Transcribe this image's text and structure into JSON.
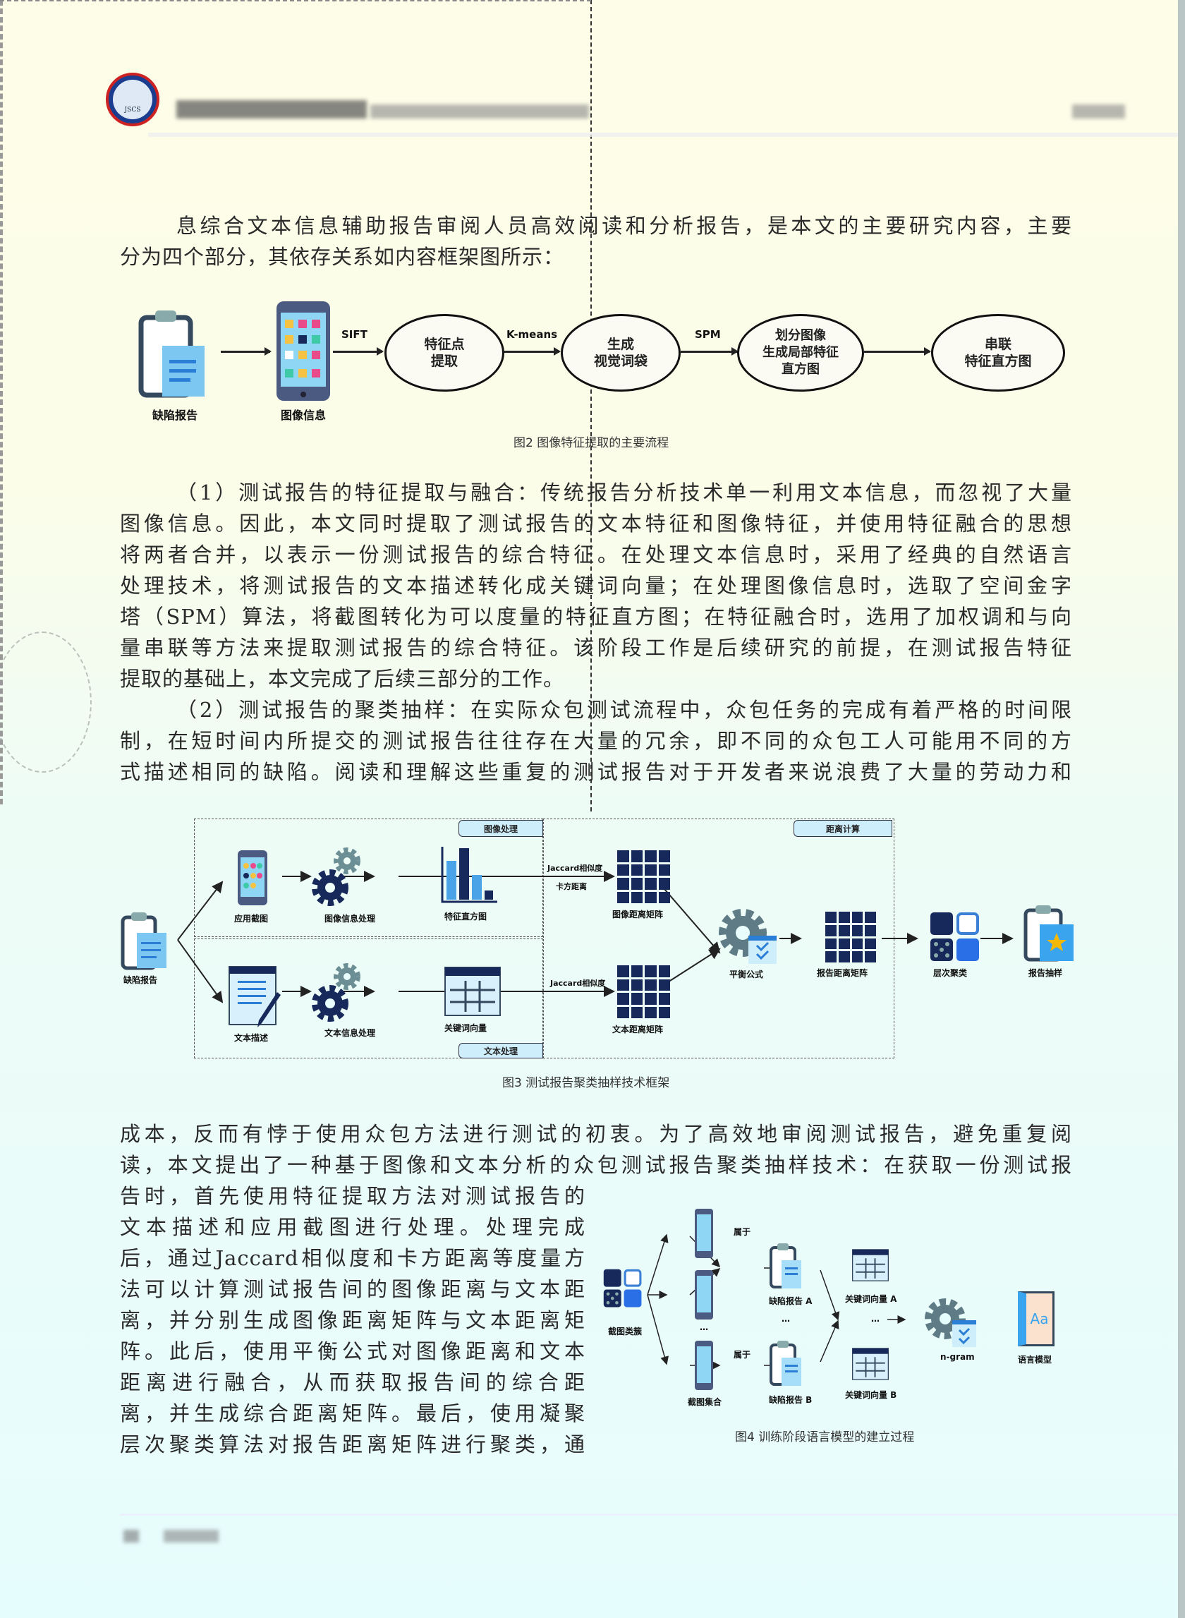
{
  "header": {
    "logo_text": "JSCS"
  },
  "intro": {
    "lines": [
      "息综合文本信息辅助报告审阅人员高效阅读和分析报告，是本文的主要研究内容，主要",
      "分为四个部分，其依存关系如内容框架图所示："
    ]
  },
  "fig2": {
    "caption": "图2 图像特征提取的主要流程",
    "nodes": [
      {
        "label": "缺陷报告"
      },
      {
        "label": "图像信息"
      }
    ],
    "edges": [
      "SIFT",
      "K-means",
      "SPM"
    ],
    "ellipses": [
      "特征点\n提取",
      "生成\n视觉词袋",
      "划分图像\n生成局部特征\n直方图",
      "串联\n特征直方图"
    ]
  },
  "para1": {
    "lines": [
      "（1）测试报告的特征提取与融合：传统报告分析技术单一利用文本信息，而忽视了大量",
      "图像信息。因此，本文同时提取了测试报告的文本特征和图像特征，并使用特征融合的思想",
      "将两者合并，以表示一份测试报告的综合特征。在处理文本信息时，采用了经典的自然语言",
      "处理技术，将测试报告的文本描述转化成关键词向量；在处理图像信息时，选取了空间金字",
      "塔（SPM）算法，将截图转化为可以度量的特征直方图；在特征融合时，选用了加权调和与向",
      "量串联等方法来提取测试报告的综合特征。该阶段工作是后续研究的前提，在测试报告特征",
      "提取的基础上，本文完成了后续三部分的工作。"
    ]
  },
  "para2": {
    "lines": [
      "（2）测试报告的聚类抽样：在实际众包测试流程中，众包任务的完成有着严格的时间限",
      "制，在短时间内所提交的测试报告往往存在大量的冗余，即不同的众包工人可能用不同的方",
      "式描述相同的缺陷。阅读和理解这些重复的测试报告对于开发者来说浪费了大量的劳动力和"
    ]
  },
  "fig3": {
    "caption": "图3  测试报告聚类抽样技术框架",
    "tags": {
      "image": "图像处理",
      "text": "文本处理",
      "distance": "距离计算"
    },
    "labels": {
      "report": "缺陷报告",
      "screenshot": "应用截图",
      "img_proc": "图像信息处理",
      "histogram": "特征直方图",
      "img_matrix": "图像距离矩阵",
      "text_desc": "文本描述",
      "text_proc": "文本信息处理",
      "keyword_vec": "关键词向量",
      "text_matrix": "文本距离矩阵",
      "balance": "平衡公式",
      "report_matrix": "报告距离矩阵",
      "cluster": "层次聚类",
      "sampling": "报告抽样"
    },
    "edges": {
      "jaccard1": "Jaccard相似度",
      "chi": "卡方距离",
      "jaccard2": "Jaccard相似度"
    }
  },
  "para3": {
    "lines": [
      "成本，反而有悖于使用众包方法进行测试的初衷。为了高效地审阅测试报告，避免重复阅",
      "读，本文提出了一种基于图像和文本分析的众包测试报告聚类抽样技术：在获取一份测试报"
    ],
    "short_lines": [
      "告时，首先使用特征提取方法对测试报告的",
      "文本描述和应用截图进行处理。处理完成",
      "后，通过Jaccard相似度和卡方距离等度量方",
      "法可以计算测试报告间的图像距离与文本距",
      "离，并分别生成图像距离矩阵与文本距离矩",
      "阵。此后，使用平衡公式对图像距离和文本",
      "距离进行融合，从而获取报告间的综合距",
      "离，并生成综合距离矩阵。最后，使用凝聚",
      "层次聚类算法对报告距离矩阵进行聚类，通"
    ]
  },
  "fig4": {
    "caption": "图4  训练阶段语言模型的建立过程",
    "labels": {
      "cluster": "截图类簇",
      "set": "截图集合",
      "belong1": "属于",
      "belong2": "属于",
      "report_a": "缺陷报告 A",
      "report_b": "缺陷报告 B",
      "vec_a": "关键词向量 A",
      "vec_b": "关键词向量 B",
      "ngram": "n-gram",
      "model": "语言模型",
      "dots1": "…",
      "dots2": "…",
      "dots3": "…",
      "aa": "Aa"
    }
  }
}
